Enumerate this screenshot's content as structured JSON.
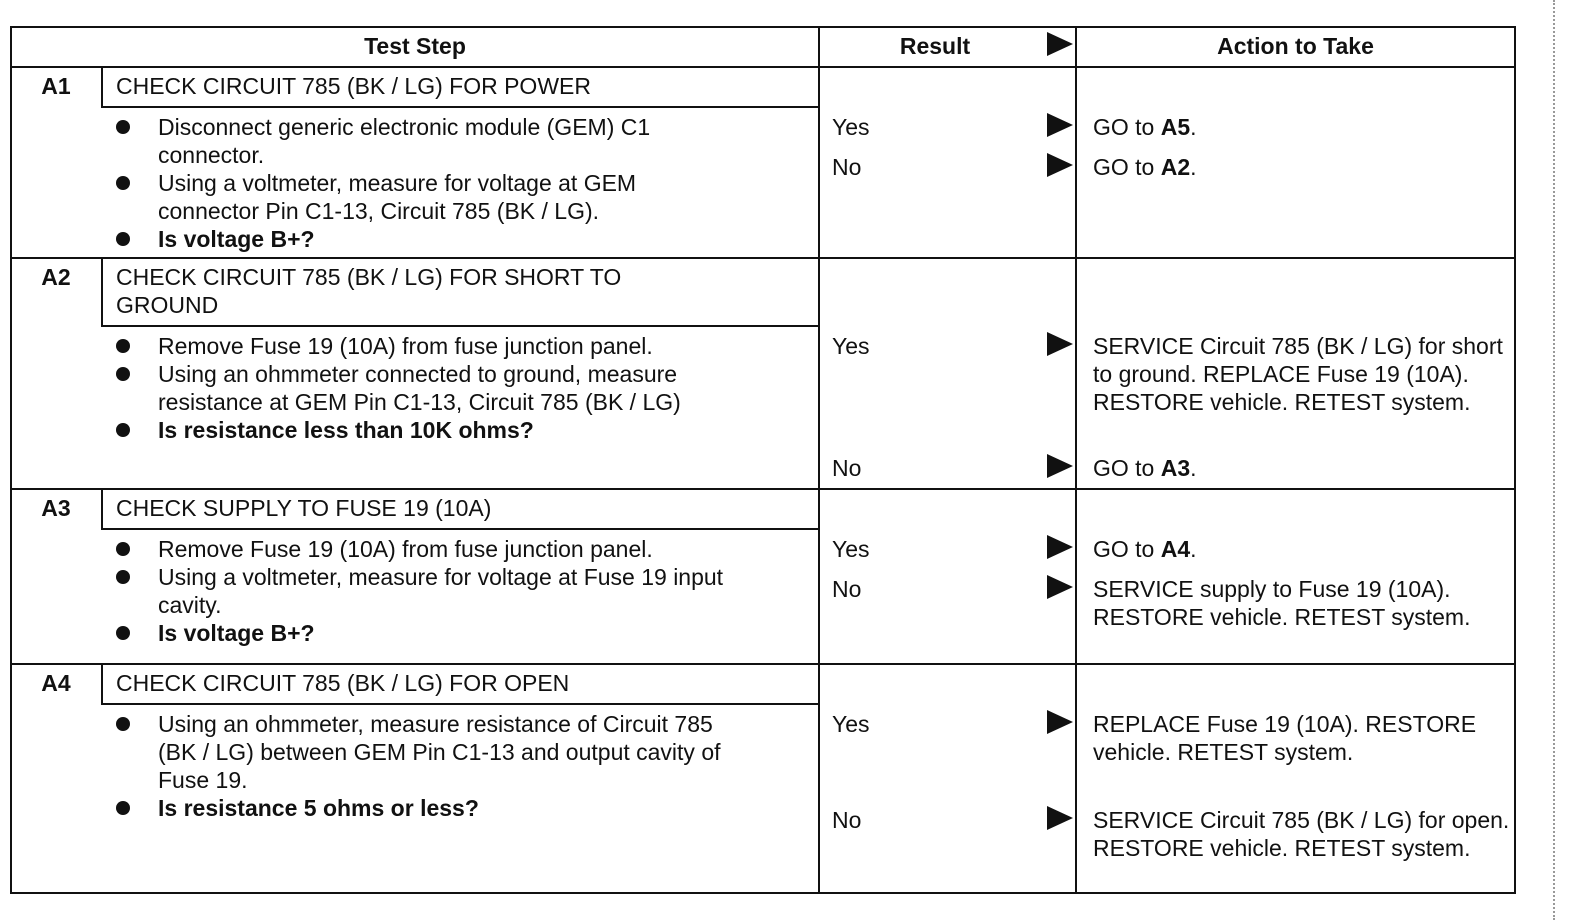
{
  "headers": {
    "test_step": "Test Step",
    "result": "Result",
    "action": "Action to Take"
  },
  "rows": [
    {
      "code": "A1",
      "title": "CHECK CIRCUIT 785 (BK / LG) FOR POWER",
      "steps": [
        "Disconnect generic electronic module (GEM) C1 connector.",
        "Using a voltmeter, measure for voltage at GEM connector Pin C1-13, Circuit 785 (BK / LG)."
      ],
      "question": "Is voltage B+?",
      "results": [
        {
          "label": "Yes",
          "action_prefix": "GO to ",
          "action_ref": "A5",
          "action_suffix": "."
        },
        {
          "label": "No",
          "action_prefix": "GO to ",
          "action_ref": "A2",
          "action_suffix": "."
        }
      ]
    },
    {
      "code": "A2",
      "title_line1": "CHECK CIRCUIT 785 (BK / LG) FOR SHORT TO",
      "title_line2": "GROUND",
      "steps": [
        "Remove Fuse 19 (10A) from fuse junction panel.",
        "Using an ohmmeter connected to ground, measure resistance at GEM Pin C1-13, Circuit 785 (BK / LG)"
      ],
      "question": "Is resistance less than 10K ohms?",
      "results": [
        {
          "label": "Yes",
          "action_text": "SERVICE Circuit 785 (BK / LG) for short to ground. REPLACE Fuse 19 (10A). RESTORE vehicle. RETEST system."
        },
        {
          "label": "No",
          "action_prefix": "GO to ",
          "action_ref": "A3",
          "action_suffix": "."
        }
      ]
    },
    {
      "code": "A3",
      "title": "CHECK SUPPLY TO FUSE 19 (10A)",
      "steps": [
        "Remove Fuse 19 (10A) from fuse junction panel.",
        "Using a voltmeter, measure for voltage at Fuse 19 input cavity."
      ],
      "question": "Is voltage B+?",
      "results": [
        {
          "label": "Yes",
          "action_prefix": "GO to ",
          "action_ref": "A4",
          "action_suffix": "."
        },
        {
          "label": "No",
          "action_text": "SERVICE supply to Fuse 19 (10A). RESTORE vehicle. RETEST system."
        }
      ]
    },
    {
      "code": "A4",
      "title": "CHECK CIRCUIT 785 (BK / LG) FOR OPEN",
      "steps": [
        "Using an ohmmeter, measure resistance of Circuit 785 (BK / LG) between GEM Pin C1-13 and output cavity of Fuse 19."
      ],
      "question": "Is resistance 5 ohms or less?",
      "results": [
        {
          "label": "Yes",
          "action_text": "REPLACE Fuse 19 (10A). RESTORE vehicle. RETEST system."
        },
        {
          "label": "No",
          "action_text": "SERVICE Circuit 785 (BK / LG) for open. RESTORE vehicle. RETEST system."
        }
      ]
    }
  ]
}
